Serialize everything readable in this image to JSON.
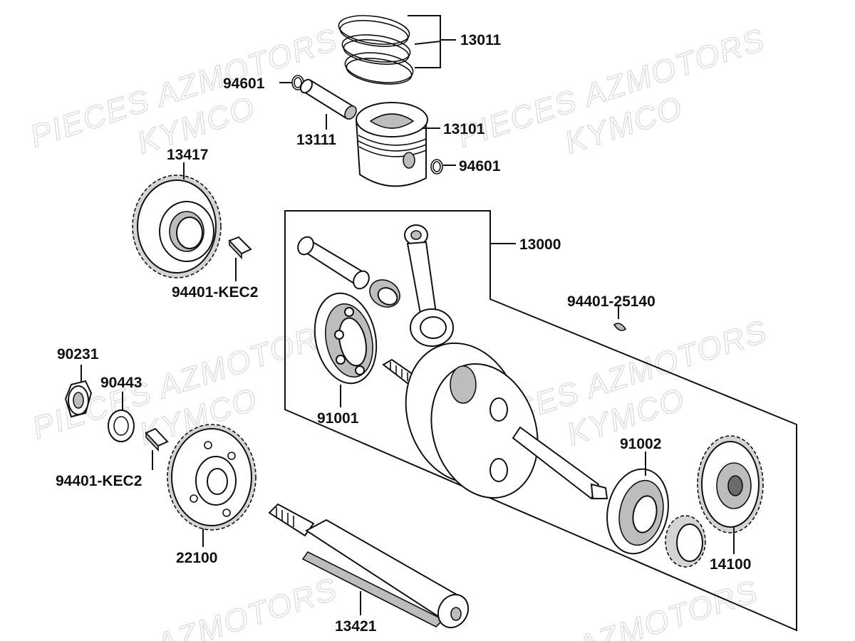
{
  "watermarks": [
    {
      "line1": "PIECES AZMOTORS",
      "line2": "KYMCO"
    },
    {
      "line1": "PIECES AZMOTORS",
      "line2": "KYMCO"
    },
    {
      "line1": "PIECES AZMOTORS",
      "line2": "KYMCO"
    },
    {
      "line1": "PIECES AZMOTORS",
      "line2": "KYMCO"
    },
    {
      "line1": "AZMOTORS",
      "line2": ""
    },
    {
      "line1": "AZMOTORS",
      "line2": ""
    }
  ],
  "parts": {
    "p13011": "13011",
    "p94601a": "94601",
    "p13111": "13111",
    "p13101": "13101",
    "p94601b": "94601",
    "p13417": "13417",
    "p94401kec2a": "94401-KEC2",
    "p13000": "13000",
    "p94401_25140": "94401-25140",
    "p90231": "90231",
    "p90443": "90443",
    "p94401kec2b": "94401-KEC2",
    "p91001": "91001",
    "p91002": "91002",
    "p22100": "22100",
    "p14100": "14100",
    "p13421": "13421"
  }
}
